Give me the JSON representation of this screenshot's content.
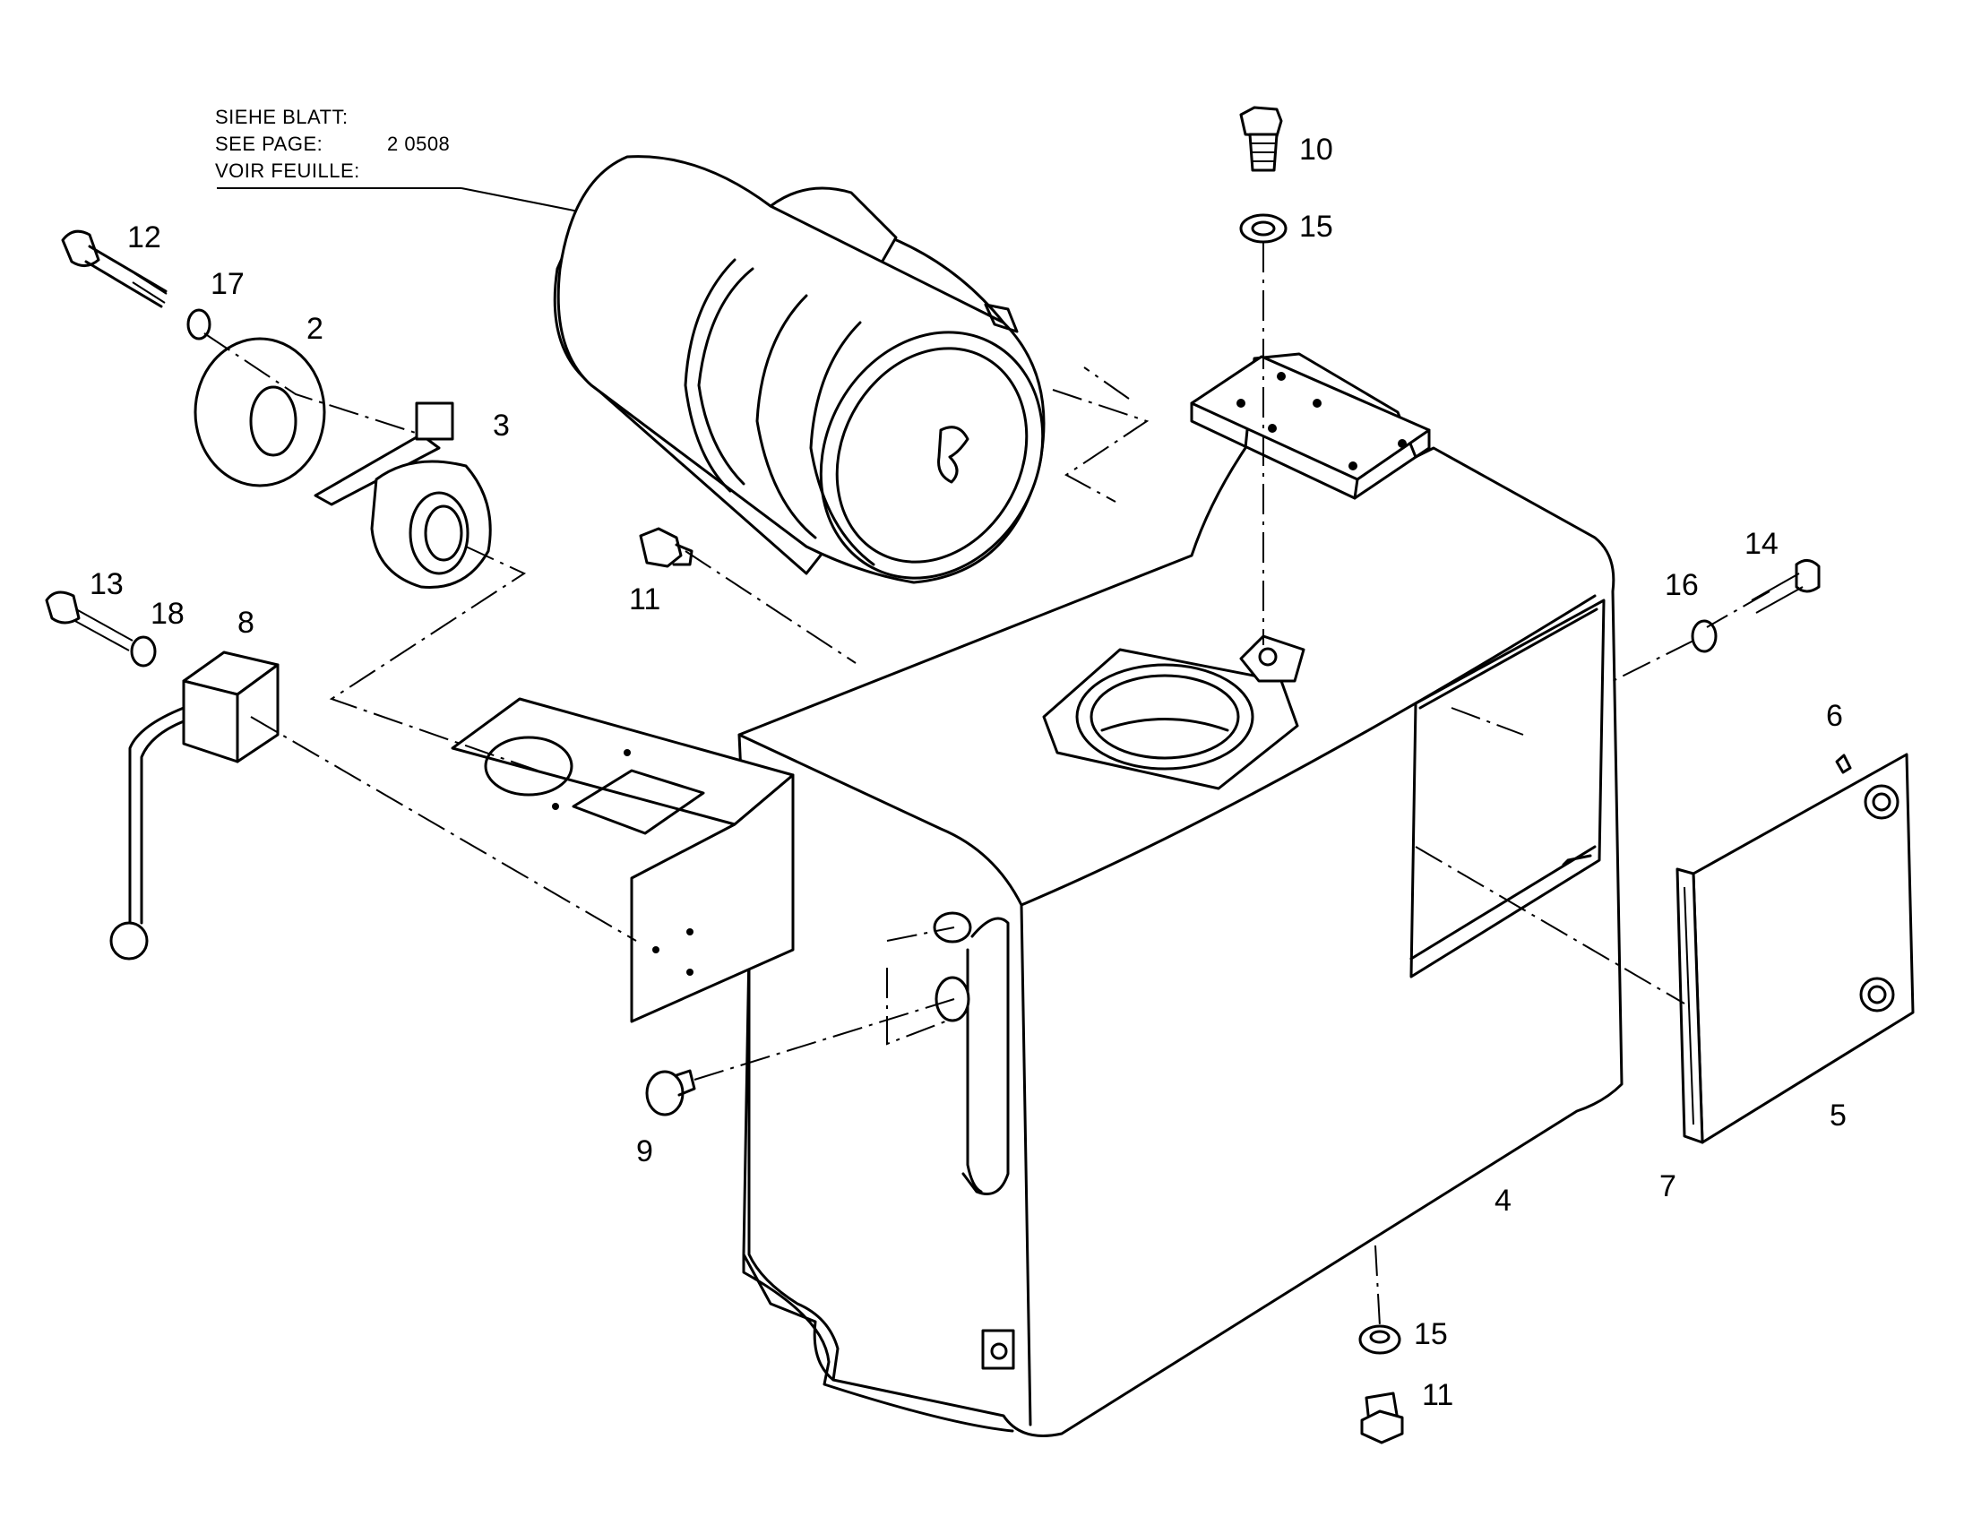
{
  "reference_note": {
    "line1": "SIEHE BLATT:",
    "line2": "SEE PAGE:",
    "line3": "VOIR FEUILLE:",
    "page_value": "2 0508"
  },
  "callouts": {
    "c2": "2",
    "c3": "3",
    "c4": "4",
    "c5": "5",
    "c6": "6",
    "c7": "7",
    "c8": "8",
    "c9": "9",
    "c10": "10",
    "c11a": "11",
    "c11b": "11",
    "c12": "12",
    "c13": "13",
    "c14": "14",
    "c15a": "15",
    "c15b": "15",
    "c16": "16",
    "c17": "17",
    "c18": "18"
  }
}
